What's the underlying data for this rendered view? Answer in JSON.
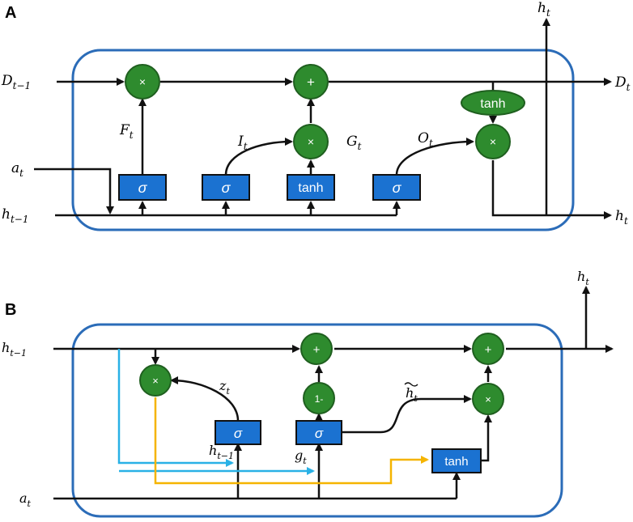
{
  "panel_a": {
    "letter": "A",
    "inputs": {
      "d_prev": {
        "base": "D",
        "sub": "t−1"
      },
      "a": {
        "base": "a",
        "sub": "t"
      },
      "h_prev": {
        "base": "h",
        "sub": "t−1"
      }
    },
    "outputs": {
      "h_top": {
        "base": "h",
        "sub": "t"
      },
      "d": {
        "base": "D",
        "sub": "t"
      },
      "h": {
        "base": "h",
        "sub": "t"
      }
    },
    "signals": {
      "f": {
        "base": "F",
        "sub": "t"
      },
      "i": {
        "base": "I",
        "sub": "t"
      },
      "g": {
        "base": "G",
        "sub": "t"
      },
      "o": {
        "base": "O",
        "sub": "t"
      }
    },
    "ops": {
      "mult1": "×",
      "add": "+",
      "mult2": "×",
      "mult3": "×"
    },
    "tanh_ellipse": "tanh",
    "gates": {
      "g1": "σ",
      "g2": "σ",
      "g3": "tanh",
      "g4": "σ"
    }
  },
  "panel_b": {
    "letter": "B",
    "inputs": {
      "h_prev": {
        "base": "h",
        "sub": "t−1"
      },
      "a": {
        "base": "a",
        "sub": "t"
      }
    },
    "outputs": {
      "h_top": {
        "base": "h",
        "sub": "t"
      }
    },
    "signals": {
      "z": {
        "base": "z",
        "sub": "t"
      },
      "h_tilde": {
        "base": "h",
        "sub": "t"
      },
      "h_prev_inner": {
        "base": "h",
        "sub": "t−1"
      },
      "g": {
        "base": "g",
        "sub": "t"
      }
    },
    "ops": {
      "mult1": "×",
      "add1": "+",
      "one_minus": "1-",
      "add2": "+",
      "mult2": "×"
    },
    "gates": {
      "g1": "σ",
      "g2": "σ",
      "g3": "tanh"
    },
    "colors": {
      "blue_path": "#29b1e6",
      "yellow_path": "#f5b400"
    }
  }
}
